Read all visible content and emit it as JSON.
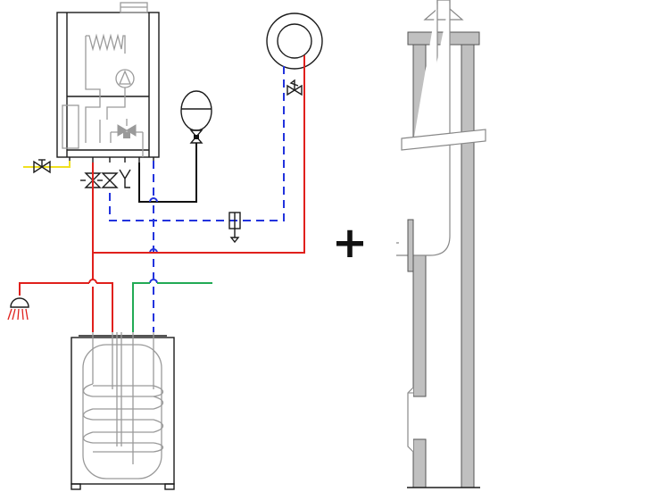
{
  "diagram": {
    "operator_symbol": "+",
    "colors": {
      "heating_flow": "#e0201c",
      "return_line": "#2233dd",
      "dhw_line": "#22aa55",
      "gas_line": "#f0e020",
      "expansion_line": "#111111",
      "flue_pipe": "#c0c0c0"
    },
    "components": [
      "boiler",
      "expansion-vessel",
      "radiator",
      "hot-water-cylinder",
      "shower",
      "flue-system"
    ]
  }
}
